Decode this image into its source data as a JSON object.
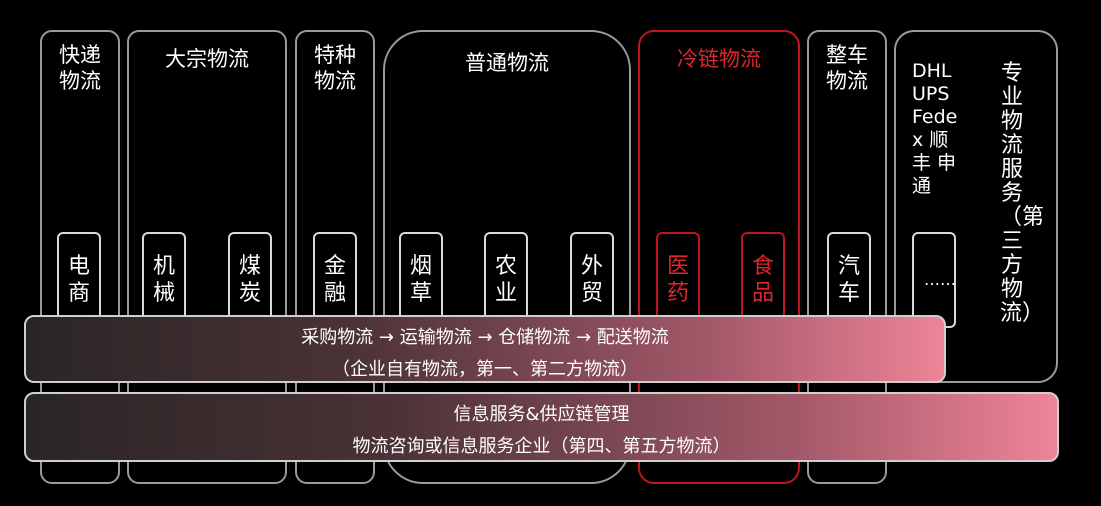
{
  "columns": [
    {
      "title": "快递物流",
      "subs": [
        "电商"
      ]
    },
    {
      "title": "大宗物流",
      "subs": [
        "机械",
        "煤炭"
      ]
    },
    {
      "title": "特种物流",
      "subs": [
        "金融"
      ]
    },
    {
      "title": "普通物流",
      "subs": [
        "烟草",
        "农业",
        "外贸"
      ]
    },
    {
      "title": "冷链物流",
      "subs": [
        "医药",
        "食品"
      ]
    },
    {
      "title": "整车物流",
      "subs": [
        "汽车"
      ]
    },
    {
      "brands": "DHL UPS Fedex 顺丰 申通",
      "subs": [
        "……"
      ],
      "side_label": "专业物流服务（第三方物流）"
    }
  ],
  "band1": {
    "line1": "采购物流 → 运输物流 → 仓储物流 → 配送物流",
    "line2": "（企业自有物流，第一、第二方物流）"
  },
  "band2": {
    "line1": "信息服务&供应链管理",
    "line2": "物流咨询或信息服务企业（第四、第五方物流）"
  },
  "colors": {
    "background": "#000000",
    "highlight": "#e0252d",
    "border": "#9a9a9a"
  }
}
